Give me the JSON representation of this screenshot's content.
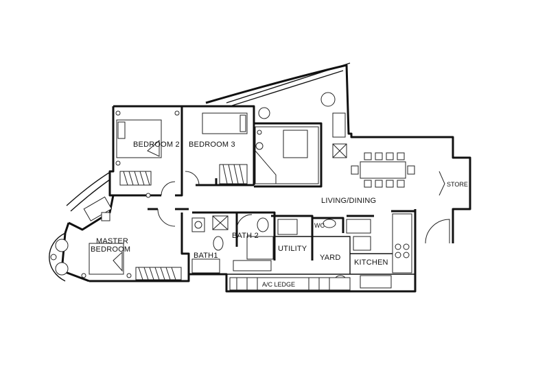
{
  "rooms": {
    "bedroom2": "BEDROOM 2",
    "bedroom3": "BEDROOM 3",
    "master_line1": "MASTER",
    "master_line2": "BEDROOM",
    "living_dining": "LIVING/DINING",
    "store": "STORE",
    "bath2": "BATH 2",
    "bath1": "BATH1",
    "utility": "UTILITY",
    "wc": "WC",
    "yard": "YARD",
    "kitchen": "KITCHEN",
    "ac_ledge": "A/C LEDGE"
  }
}
